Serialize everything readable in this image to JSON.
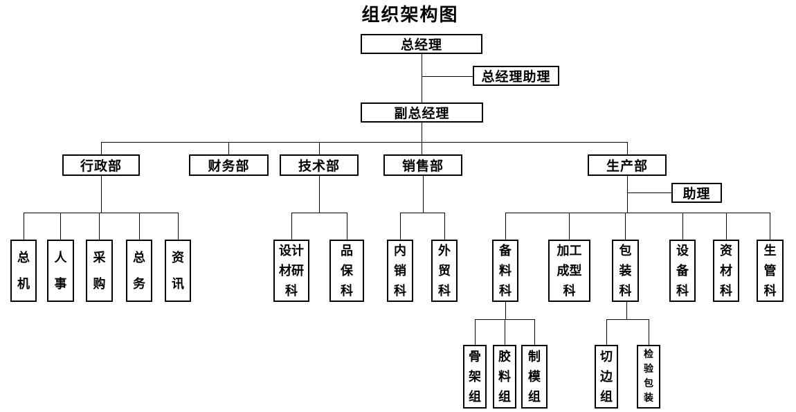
{
  "title": "组织架构图",
  "nodes": {
    "gm": "总经理",
    "gm_assistant": "总经理助理",
    "deputy_gm": "副总经理",
    "admin_dept": "行政部",
    "finance_dept": "财务部",
    "tech_dept": "技术部",
    "sales_dept": "销售部",
    "production_dept": "生产部",
    "production_assistant": "助理",
    "switchboard": "总\n机",
    "hr": "人\n事",
    "purchasing": "采\n购",
    "general_affairs": "总\n务",
    "information": "资\n讯",
    "design_material_research": "设计\n材研\n科",
    "quality_assurance": "品\n保\n科",
    "domestic_sales": "内\n销\n科",
    "foreign_trade": "外\n贸\n科",
    "material_preparation": "备\n料\n科",
    "processing_molding": "加工\n成型\n科",
    "packaging": "包\n装\n科",
    "equipment": "设\n备\n科",
    "materials": "资\n材\n科",
    "production_management": "生\n管\n科",
    "skeleton_group": "骨\n架\n组",
    "rubber_group": "胶\n料\n组",
    "mold_group": "制\n模\n组",
    "trimming_group": "切\n边\n组",
    "inspection_packing": "检\n验\n包\n装"
  }
}
